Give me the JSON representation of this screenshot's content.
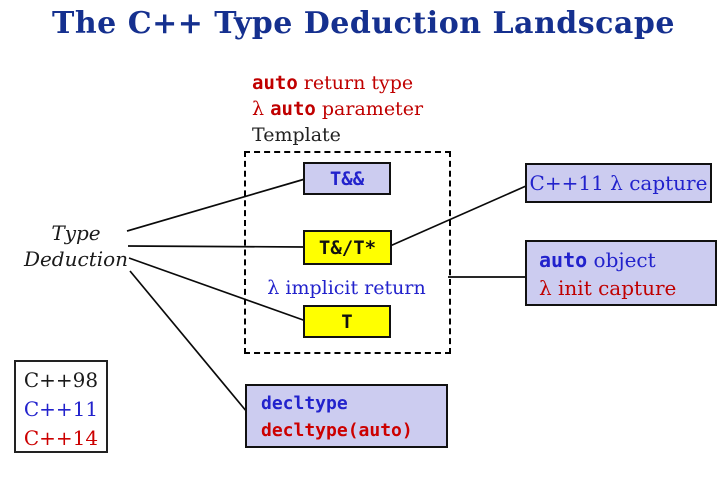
{
  "title": "The C++ Type Deduction Landscape",
  "colors": {
    "title_blue": "#15308f",
    "code_blue": "#2222cc",
    "code_red": "#c00000",
    "lavender_fill": "#ccccf0",
    "yellow_fill": "#ffff00",
    "line_black": "#0a0a0a"
  },
  "context_block": {
    "line1_code": "auto",
    "line1_rest": " return type",
    "line2_prefix": "λ ",
    "line2_code": "auto",
    "line2_rest": " parameter",
    "line3": "Template"
  },
  "left_label": {
    "line1": "Type",
    "line2": "Deduction"
  },
  "template_region": {
    "node_universal_ref": "T&&",
    "node_ref_ptr": "T&/T*",
    "lambda_implicit_return": "λ implicit return",
    "node_plain": "T"
  },
  "right_boxes": {
    "lambda_capture": "C++11 λ capture",
    "auto_object_code": "auto",
    "auto_object_rest": " object",
    "init_capture": "λ init capture"
  },
  "legend": {
    "items": [
      {
        "label": "C++98",
        "color": "black"
      },
      {
        "label": "C++11",
        "color": "blue"
      },
      {
        "label": "C++14",
        "color": "red"
      }
    ]
  },
  "decltype_box": {
    "line1": "decltype",
    "line2": "decltype(auto)"
  }
}
